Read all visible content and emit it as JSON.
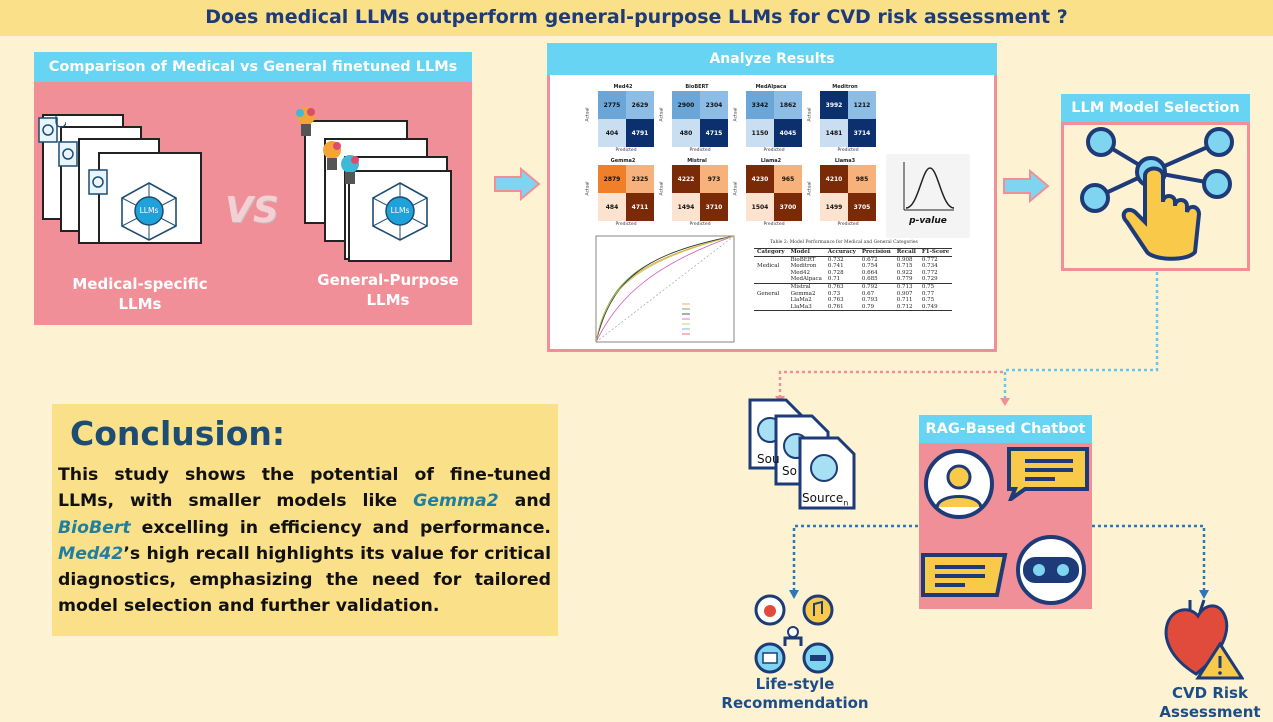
{
  "title": "Does medical LLMs outperform general-purpose LLMs for CVD risk assessment ?",
  "comparison": {
    "heading": "Comparison of Medical vs General finetuned LLMs",
    "vs": "VS",
    "llm_badge": "LLMs",
    "medical_label_1": "Medical-specific",
    "medical_label_2": "LLMs",
    "general_label_1": "General-Purpose",
    "general_label_2": "LLMs"
  },
  "analyze": {
    "heading": "Analyze Results",
    "axis_actual": "Actual",
    "axis_predicted": "Predicted",
    "matrices": [
      {
        "name": "Med42",
        "values": [
          "2775",
          "2629",
          "404",
          "4791"
        ]
      },
      {
        "name": "BioBERT",
        "values": [
          "2900",
          "2304",
          "480",
          "4715"
        ]
      },
      {
        "name": "MedAlpaca",
        "values": [
          "3342",
          "1862",
          "1150",
          "4045"
        ]
      },
      {
        "name": "Meditron",
        "values": [
          "3992",
          "1212",
          "1481",
          "3714"
        ]
      },
      {
        "name": "Gemma2",
        "values": [
          "2879",
          "2325",
          "484",
          "4711"
        ]
      },
      {
        "name": "Mistral",
        "values": [
          "4222",
          "973",
          "1494",
          "3710"
        ]
      },
      {
        "name": "Llama2",
        "values": [
          "4230",
          "965",
          "1504",
          "3700"
        ]
      },
      {
        "name": "Llama3",
        "values": [
          "4210",
          "985",
          "1499",
          "3705"
        ]
      }
    ],
    "pvalue_label": "p-value",
    "table_caption": "Table 2: Model Performance for Medical and General Categories",
    "table_headers": [
      "Category",
      "Model",
      "Accuracy",
      "Precision",
      "Recall",
      "F1-Score"
    ],
    "table_rows": [
      {
        "category": "",
        "model": "BioBERT",
        "acc": "0.732",
        "prec": "0.672",
        "rec": "0.908",
        "f1": "0.772"
      },
      {
        "category": "Medical",
        "model": "Meditron",
        "acc": "0.741",
        "prec": "0.754",
        "rec": "0.715",
        "f1": "0.734"
      },
      {
        "category": "",
        "model": "Med42",
        "acc": "0.728",
        "prec": "0.664",
        "rec": "0.922",
        "f1": "0.772"
      },
      {
        "category": "",
        "model": "MedAlpaca",
        "acc": "0.71",
        "prec": "0.685",
        "rec": "0.779",
        "f1": "0.729"
      },
      {
        "category": "",
        "model": "Mistral",
        "acc": "0.763",
        "prec": "0.792",
        "rec": "0.713",
        "f1": "0.75"
      },
      {
        "category": "General",
        "model": "Gemma2",
        "acc": "0.73",
        "prec": "0.67",
        "rec": "0.907",
        "f1": "0.77"
      },
      {
        "category": "",
        "model": "LlaMa2",
        "acc": "0.763",
        "prec": "0.793",
        "rec": "0.711",
        "f1": "0.75"
      },
      {
        "category": "",
        "model": "LlaMa3",
        "acc": "0.761",
        "prec": "0.79",
        "rec": "0.712",
        "f1": "0.749"
      }
    ]
  },
  "selection": {
    "heading": "LLM Model Selection"
  },
  "rag": {
    "heading": "RAG-Based Chatbot",
    "source_short": "Sou",
    "source_short2": "So",
    "source_n": "Source"
  },
  "outputs": {
    "lifestyle_1": "Life-style",
    "lifestyle_2": "Recommendation",
    "cvd_1": "CVD Risk",
    "cvd_2": "Assessment"
  },
  "conclusion": {
    "heading": "Conclusion:",
    "t1": "This study shows the potential of fine-tuned LLMs, with smaller models like ",
    "m1": "Gemma2",
    "t2": " and ",
    "m2": "BioBert",
    "t3": " excelling in efficiency and performance. ",
    "m3": "Med42",
    "t4": "’s high recall highlights its value for critical diagnostics, emphasizing the need for tailored model selection and further validation."
  },
  "colors": {
    "blue_matrix": "#2f6aa8",
    "orange_matrix": "#d9661c",
    "pink_panel": "#f08f98",
    "cyan": "#66d4f2",
    "yellow": "#fbe08a"
  }
}
